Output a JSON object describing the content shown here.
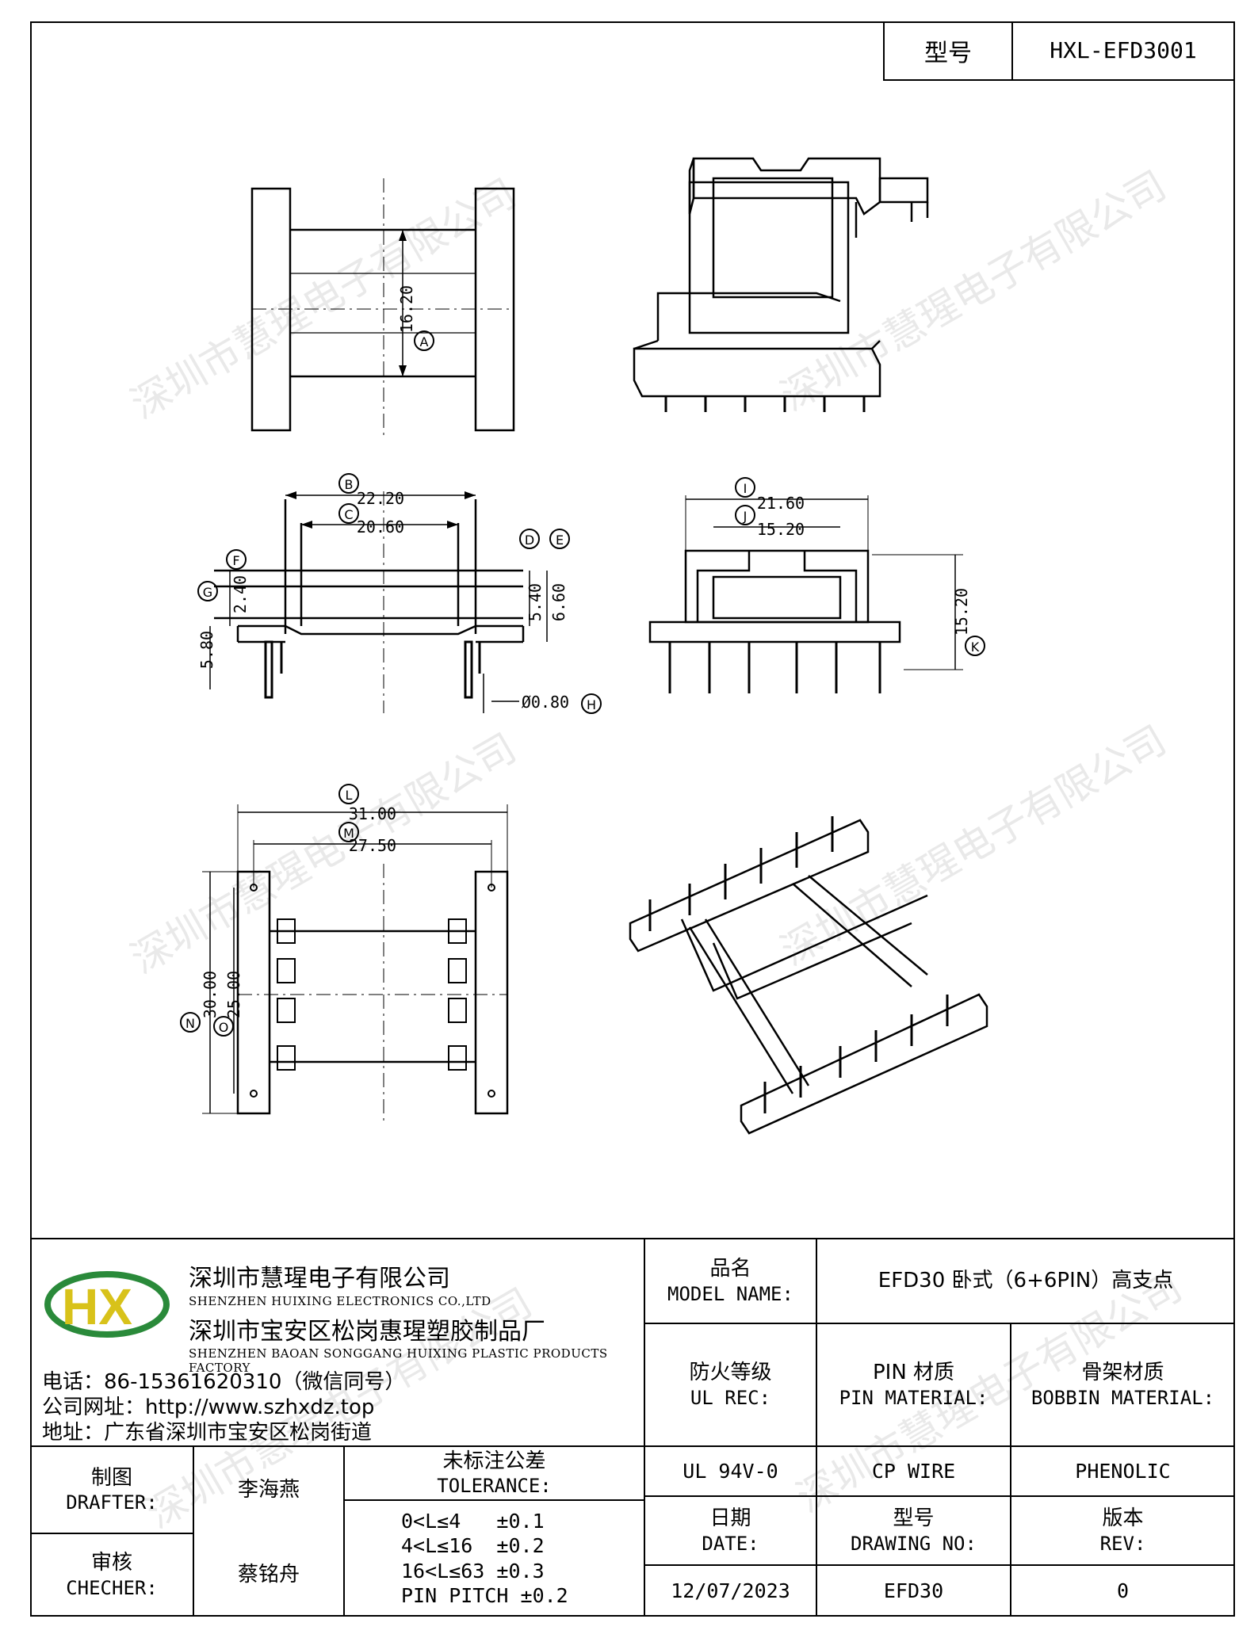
{
  "header": {
    "model_key": "型号",
    "model_value": "HXL-EFD3001"
  },
  "watermark": "深圳市慧瑆电子有限公司",
  "dimensions": {
    "A": "16.20",
    "B": "22.20",
    "C": "20.60",
    "D": "5.40",
    "E": "6.60",
    "F": "2.40",
    "G": "5.80",
    "H": "Ø0.80",
    "I": "21.60",
    "J": "15.20",
    "K": "15.20",
    "L": "31.00",
    "M": "27.50",
    "N": "30.00",
    "O": "25.00"
  },
  "callouts": {
    "A": "A",
    "B": "B",
    "C": "C",
    "D": "D",
    "E": "E",
    "F": "F",
    "G": "G",
    "H": "H",
    "I": "I",
    "J": "J",
    "K": "K",
    "L": "L",
    "M": "M",
    "N": "N",
    "O": "O"
  },
  "company": {
    "name_cn": "深圳市慧瑆电子有限公司",
    "name_en": "SHENZHEN HUIXING ELECTRONICS CO.,LTD",
    "factory_cn": "深圳市宝安区松岗惠瑆塑胶制品厂",
    "factory_en": "SHENZHEN BAOAN SONGGANG HUIXING PLASTIC PRODUCTS FACTORY",
    "phone": "电话：86-15361620310（微信同号）",
    "website": "公司网址：http://www.szhxdz.top",
    "address": "地址：广东省深圳市宝安区松岗街道",
    "logo_text": "HX"
  },
  "title_block": {
    "model_name_cn": "品名",
    "model_name_en": "MODEL NAME:",
    "model_name_value": "EFD30 卧式（6+6PIN）高支点",
    "ul_rec_cn": "防火等级",
    "ul_rec_en": "UL REC:",
    "pin_material_cn": "PIN 材质",
    "pin_material_en": "PIN MATERIAL:",
    "bobbin_material_cn": "骨架材质",
    "bobbin_material_en": "BOBBIN MATERIAL:",
    "ul_rec_value": "UL 94V-0",
    "pin_material_value": "CP WIRE",
    "bobbin_material_value": "PHENOLIC",
    "date_cn": "日期",
    "date_en": "DATE:",
    "drawing_no_cn": "型号",
    "drawing_no_en": "DRAWING NO:",
    "rev_cn": "版本",
    "rev_en": "REV:",
    "date_value": "12/07/2023",
    "drawing_no_value": "EFD30",
    "rev_value": "0",
    "drafter_cn": "制图",
    "drafter_en": "DRAFTER:",
    "drafter_value": "李海燕",
    "checker_cn": "审核",
    "checker_en": "CHECHER:",
    "checker_value": "蔡铭舟",
    "tolerance_cn": "未标注公差",
    "tolerance_en": "TOLERANCE:",
    "tolerance_rows": [
      "0<L≤4   ±0.1",
      "4<L≤16  ±0.2",
      "16<L≤63 ±0.3",
      "PIN PITCH ±0.2"
    ]
  }
}
